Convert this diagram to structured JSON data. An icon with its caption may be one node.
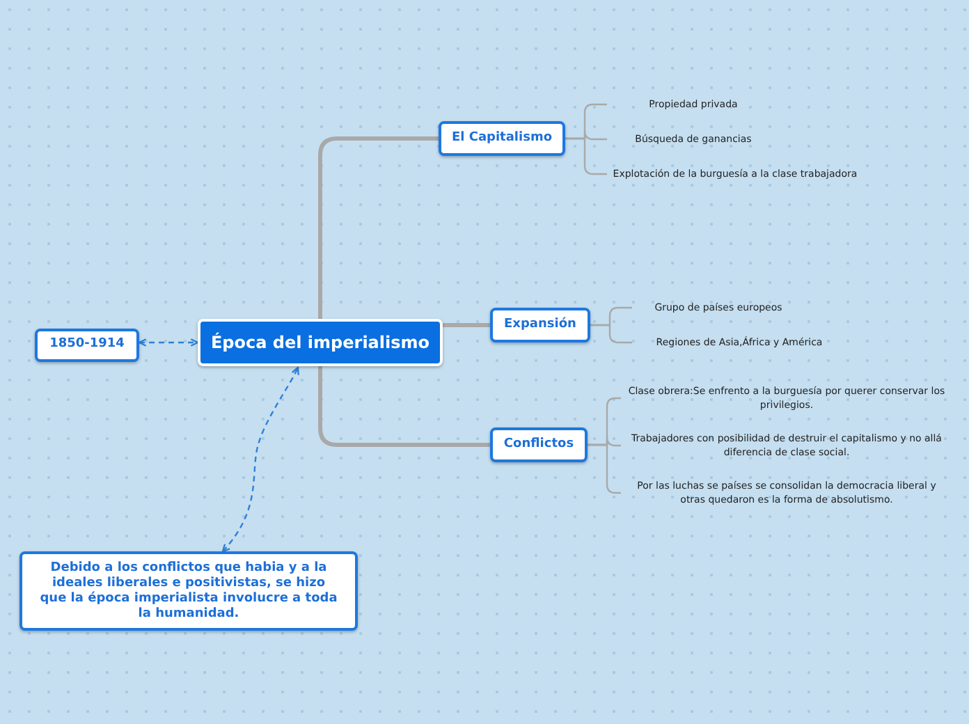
{
  "diagram": {
    "nodes": [
      {
        "text": [
          "Época del imperialismo"
        ]
      },
      {
        "text": [
          "El Capitalismo"
        ]
      },
      {
        "text": [
          "Propiedad privada"
        ]
      },
      {
        "text": [
          "Búsqueda de ganancias"
        ]
      },
      {
        "text": [
          "Explotación de la burguesía a la clase trabajadora"
        ]
      },
      {
        "text": [
          "Expansión"
        ]
      },
      {
        "text": [
          "Grupo de países europeos"
        ]
      },
      {
        "text": [
          "Regiones de Asia,África y América"
        ]
      },
      {
        "text": [
          "Conflictos"
        ]
      },
      {
        "text": [
          "Clase obrera:Se enfrento a la burguesía por querer conservar los privilegios."
        ]
      },
      {
        "text": [
          "Trabajadores con posibilidad de destruir el capitalismo y no allá diferencia de clase social."
        ]
      },
      {
        "text": [
          "Por las luchas se países se consolidan la democracia liberal y otras quedaron es la forma de absolutismo."
        ]
      },
      {
        "text": [
          "1850-1914"
        ]
      },
      {
        "text": [
          "Debido a los conflictos que habia y a la ideales liberales e positivistas, se hizo que la época imperialista involucre a toda la humanidad."
        ]
      }
    ],
    "edges": [
      {
        "from": 0,
        "to": 1,
        "arrow": "none",
        "style": "thick"
      },
      {
        "from": 0,
        "to": 5,
        "arrow": "none",
        "style": "thick"
      },
      {
        "from": 0,
        "to": 8,
        "arrow": "none",
        "style": "thick"
      },
      {
        "from": 1,
        "to": 2,
        "arrow": "none"
      },
      {
        "from": 1,
        "to": 3,
        "arrow": "none"
      },
      {
        "from": 1,
        "to": 4,
        "arrow": "none"
      },
      {
        "from": 5,
        "to": 6,
        "arrow": "none"
      },
      {
        "from": 5,
        "to": 7,
        "arrow": "none"
      },
      {
        "from": 8,
        "to": 9,
        "arrow": "none"
      },
      {
        "from": 8,
        "to": 10,
        "arrow": "none"
      },
      {
        "from": 8,
        "to": 11,
        "arrow": "none"
      },
      {
        "from": 12,
        "to": 0,
        "arrow": "both",
        "style": "dashed",
        "color": "#2f80d8"
      },
      {
        "from": 13,
        "to": 0,
        "arrow": "both",
        "style": "dashed",
        "color": "#2f80d8"
      }
    ]
  }
}
